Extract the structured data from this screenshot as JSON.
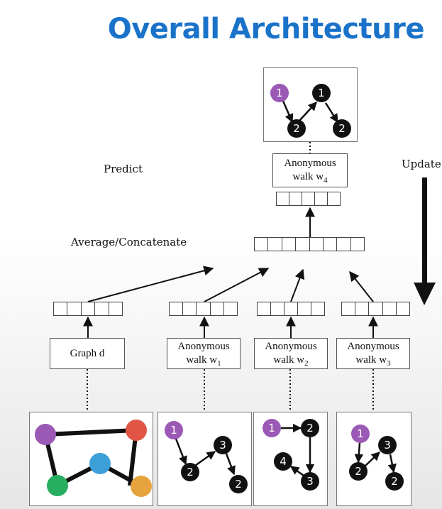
{
  "title": "Overall Architecture",
  "labels": {
    "predict": "Predict",
    "update": "Update",
    "average": "Average/Concatenate"
  },
  "top_box": {
    "line1": "Anonymous",
    "line2": "walk w",
    "sub": "4"
  },
  "bottom_boxes": [
    {
      "line1": "Graph d",
      "line2": "",
      "sub": ""
    },
    {
      "line1": "Anonymous",
      "line2": "walk w",
      "sub": "1"
    },
    {
      "line1": "Anonymous",
      "line2": "walk w",
      "sub": "2"
    },
    {
      "line1": "Anonymous",
      "line2": "walk w",
      "sub": "3"
    }
  ],
  "walks": {
    "top": [
      "1",
      "1",
      "2",
      "2"
    ],
    "w1": [
      "1",
      "2",
      "3",
      "2"
    ],
    "w2": [
      "1",
      "2",
      "4",
      "3"
    ],
    "w3": [
      "1",
      "2",
      "3",
      "2"
    ]
  },
  "colors": {
    "title": "#1a73c9",
    "purple": "#9b59b6",
    "red": "#e05545",
    "blue": "#3d9fd8",
    "green": "#27ae60",
    "orange": "#e6a23c",
    "black": "#111111"
  }
}
